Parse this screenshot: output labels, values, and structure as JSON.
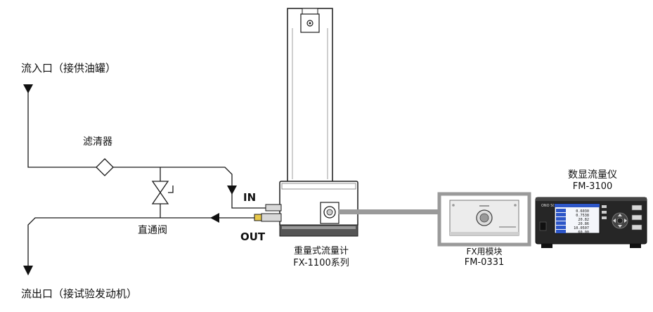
{
  "labels": {
    "inlet": "流入口（接供油罐）",
    "filter": "滤清器",
    "bypass_valve": "直通阀",
    "outlet": "流出口（接试验发动机）",
    "port_in": "IN",
    "port_out": "OUT",
    "flowmeter_name": "重量式流量计",
    "flowmeter_model": "FX-1100系列",
    "module_name": "FX用模块",
    "module_model": "FM-0331",
    "display_name": "数显流量仪",
    "display_model": "FM-3100"
  },
  "display_panel": {
    "brand": "ONO SOKKI",
    "screen_values": [
      "0.6030",
      "0.7538",
      "20.82",
      "20.86",
      "10.0507",
      "60.00"
    ]
  },
  "colors": {
    "line": "#1a1a1a",
    "cable": "#9a9a9a",
    "module_frame": "#9a9a9a",
    "screen": "#2d56c8"
  }
}
